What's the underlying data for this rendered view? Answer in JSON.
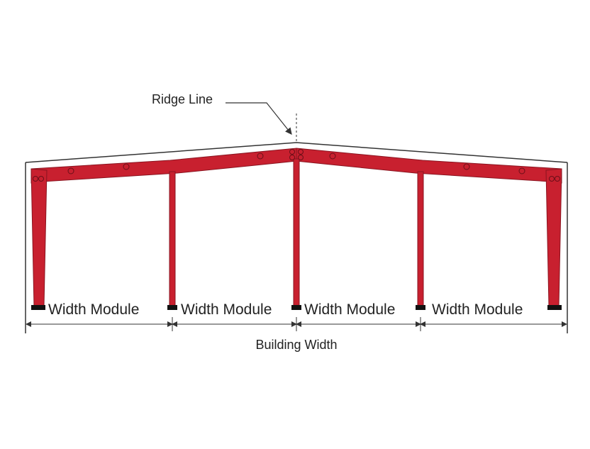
{
  "labels": {
    "ridge_line": "Ridge Line",
    "width_modules": [
      "Width Module",
      "Width Module",
      "Width Module",
      "Width Module"
    ],
    "building_width": "Building Width"
  },
  "colors": {
    "frame": "#c8202f",
    "frame_outline": "#8a1420",
    "base_plate": "#111111",
    "line": "#333333",
    "text": "#222222"
  }
}
